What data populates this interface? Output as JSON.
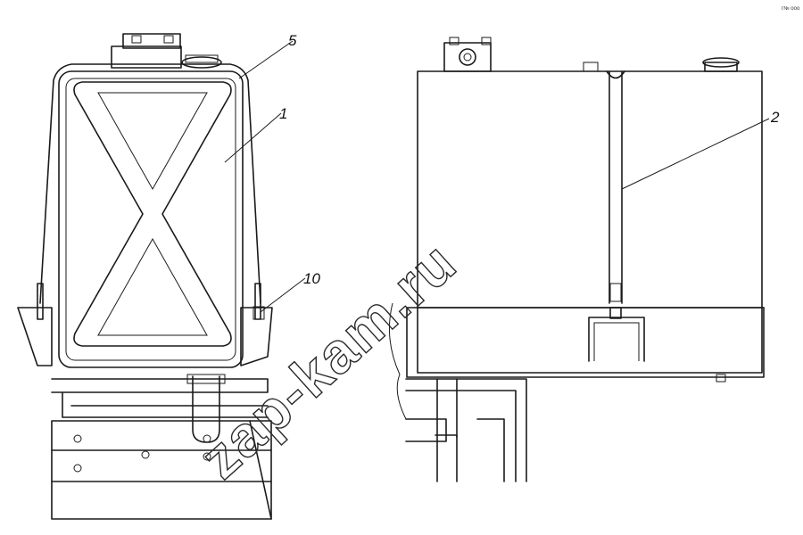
{
  "callouts": {
    "c5": "5",
    "c1": "1",
    "c10": "10",
    "c2": "2"
  },
  "watermark": "zap-kam.ru",
  "corner_note": "г№ ооо"
}
